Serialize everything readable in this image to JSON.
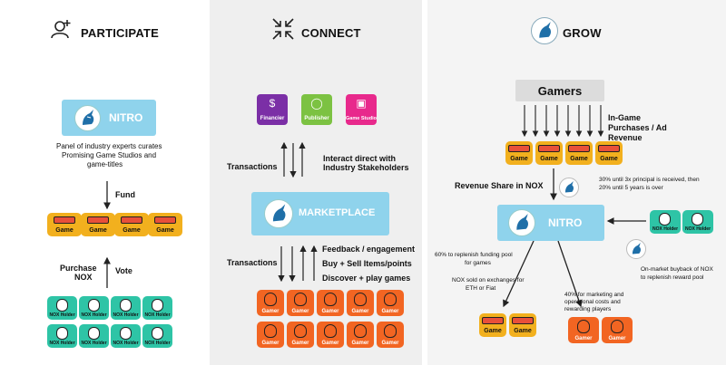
{
  "sections": {
    "participate": {
      "title": "PARTICIPATE"
    },
    "connect": {
      "title": "CONNECT"
    },
    "grow": {
      "title": "GROW"
    }
  },
  "participate": {
    "nitro_label": "NITRO",
    "curates_text": [
      "Panel of industry experts curates",
      "Promising Game Studios and",
      "game-titles"
    ],
    "fund_label": "Fund",
    "purchase_label": [
      "Purchase",
      "NOX"
    ],
    "vote_label": "Vote",
    "game_tiles": [
      "Game",
      "Game",
      "Game",
      "Game"
    ],
    "holder_tiles": [
      "NOX Holder",
      "NOX Holder",
      "NOX Holder",
      "NOX Holder",
      "NOX Holder",
      "NOX Holder",
      "NOX Holder",
      "NOX Holder"
    ]
  },
  "connect": {
    "stakeholders": [
      {
        "label": "Financier",
        "color": "#7b2fa6",
        "icon": "money-bag-icon"
      },
      {
        "label": "Publisher",
        "color": "#7cc242",
        "icon": "mouse-icon"
      },
      {
        "label": "Game Studio",
        "color": "#e8298c",
        "icon": "gamepad-icon"
      }
    ],
    "transactions_top": "Transactions",
    "interact_text": [
      "Interact direct with",
      "Industry Stakeholders"
    ],
    "marketplace_label": "MARKETPLACE",
    "transactions_bottom": "Transactions",
    "feedback_text": [
      "Feedback / engagement",
      "Buy + Sell Items/points",
      "Discover + play games"
    ],
    "gamer_tiles": [
      "Gamer",
      "Gamer",
      "Gamer",
      "Gamer",
      "Gamer",
      "Gamer",
      "Gamer",
      "Gamer",
      "Gamer",
      "Gamer"
    ]
  },
  "grow": {
    "gamers_label": "Gamers",
    "ingame_text": [
      "In-Game",
      "Purchases / Ad",
      "Revenue"
    ],
    "game_tiles": [
      "Game",
      "Game",
      "Game",
      "Game"
    ],
    "revenue_share": "Revenue Share in NOX",
    "principal_text": [
      "30% until 3x principal is received, then",
      "20% until 5 years is over"
    ],
    "nitro_label": "NITRO",
    "holder_tiles": [
      "NOX Holder",
      "NOX Holder"
    ],
    "replenish_text": [
      "60% to replenish funding pool",
      "for games"
    ],
    "nox_sold_text": [
      "NOX sold on exchanges for",
      "ETH or Fiat"
    ],
    "marketing_text": [
      "40% for marketing and",
      "operational costs and",
      "rewarding players"
    ],
    "buyback_text": [
      "On-market buyback of NOX",
      "to replenish reward pool"
    ],
    "bottom_games": [
      "Game",
      "Game"
    ],
    "bottom_gamers": [
      "Gamer",
      "Gamer"
    ]
  },
  "colors": {
    "game": "#f2b01e",
    "gamer": "#f26522",
    "holder": "#2ec4a6",
    "nitro": "#8fd3ec",
    "middle_bg": "#efefef",
    "right_bg": "#f3f3f3"
  }
}
